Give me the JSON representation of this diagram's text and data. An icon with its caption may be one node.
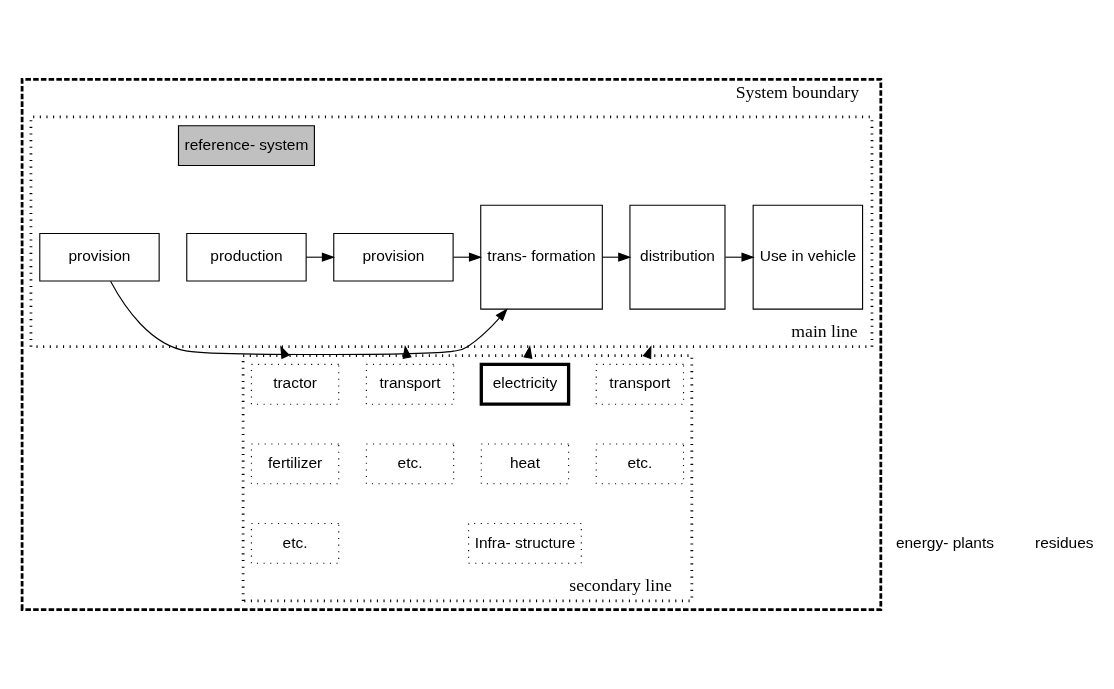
{
  "diagram": {
    "nodes": [
      {
        "text": [
          "System boundary"
        ]
      },
      {
        "text": [
          "main line"
        ],
        "in": 0
      },
      {
        "text": [
          "reference- system"
        ],
        "in": 1
      },
      {
        "text": [
          "production"
        ],
        "in": 1
      },
      {
        "text": [
          "provision"
        ],
        "in": 1
      },
      {
        "text": [
          "provision"
        ],
        "in": 1
      },
      {
        "text": [
          "trans- formation"
        ],
        "in": 1
      },
      {
        "text": [
          "distribution"
        ],
        "in": 1
      },
      {
        "text": [
          "Use in vehicle"
        ],
        "in": 1
      },
      {
        "text": [
          "secondary line"
        ],
        "in": 0
      },
      {
        "text": [
          "tractor"
        ],
        "in": 9
      },
      {
        "text": [
          "fertilizer"
        ],
        "in": 9
      },
      {
        "text": [
          "etc."
        ],
        "in": 9
      },
      {
        "text": [
          "transport"
        ],
        "in": 9
      },
      {
        "text": [
          "etc."
        ],
        "in": 9
      },
      {
        "text": [
          "electricity"
        ],
        "in": 9
      },
      {
        "text": [
          "heat"
        ],
        "in": 9
      },
      {
        "text": [
          "Infra- structure"
        ],
        "in": 9
      },
      {
        "text": [
          "transport"
        ],
        "in": 9
      },
      {
        "text": [
          "etc."
        ],
        "in": 9
      }
    ],
    "edges": [
      {
        "from": 3,
        "to": 4,
        "arrow": "to"
      },
      {
        "from": 4,
        "to": 6,
        "arrow": "to"
      },
      {
        "from": 5,
        "to": 6,
        "arrow": "to"
      },
      {
        "from": 6,
        "to": 7,
        "arrow": "to"
      },
      {
        "from": 7,
        "to": 8,
        "arrow": "to"
      },
      {
        "from": 9,
        "to": 1,
        "arrow": "to"
      },
      {
        "from": 9,
        "to": 1,
        "arrow": "to"
      },
      {
        "from": 9,
        "to": 1,
        "arrow": "to"
      },
      {
        "from": 9,
        "to": 1,
        "arrow": "to"
      }
    ],
    "labels": [
      "energy- plants",
      "residues"
    ]
  }
}
